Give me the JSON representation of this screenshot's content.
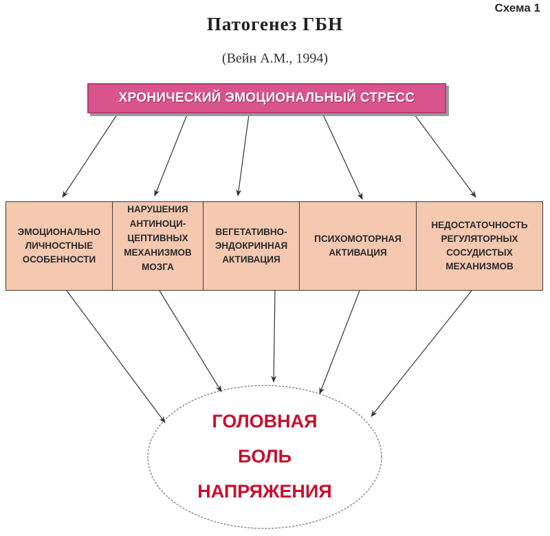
{
  "scheme_label": "Схема 1",
  "title": "Патогенез ГБН",
  "subtitle": "(Вейн А.М., 1994)",
  "root": {
    "label": "ХРОНИЧЕСКИЙ ЭМОЦИОНАЛЬНЫЙ СТРЕСС"
  },
  "causes": [
    {
      "label": "ЭМОЦИОНАЛЬНО\nЛИЧНОСТНЫЕ\nОСОБЕННОСТИ"
    },
    {
      "label": "НАРУШЕНИЯ\nАНТИНОЦИ-\nЦЕПТИВНЫХ\nМЕХАНИЗМОВ\nМОЗГА"
    },
    {
      "label": "ВЕГЕТАТИВНО-\nЭНДОКРИННАЯ\nАКТИВАЦИЯ"
    },
    {
      "label": "ПСИХОМОТОРНАЯ\nАКТИВАЦИЯ"
    },
    {
      "label": "НЕДОСТАТОЧНОСТЬ\nРЕГУЛЯТОРНЫХ\nСОСУДИСТЫХ\nМЕХАНИЗМОВ"
    }
  ],
  "result": {
    "label": "ГОЛОВНАЯ\nБОЛЬ\nНАПРЯЖЕНИЯ"
  },
  "colors": {
    "root_fill": "#d9548d",
    "cause_fill": "#f5c8b0",
    "result_text": "#c8102e",
    "arrow": "#333333"
  }
}
